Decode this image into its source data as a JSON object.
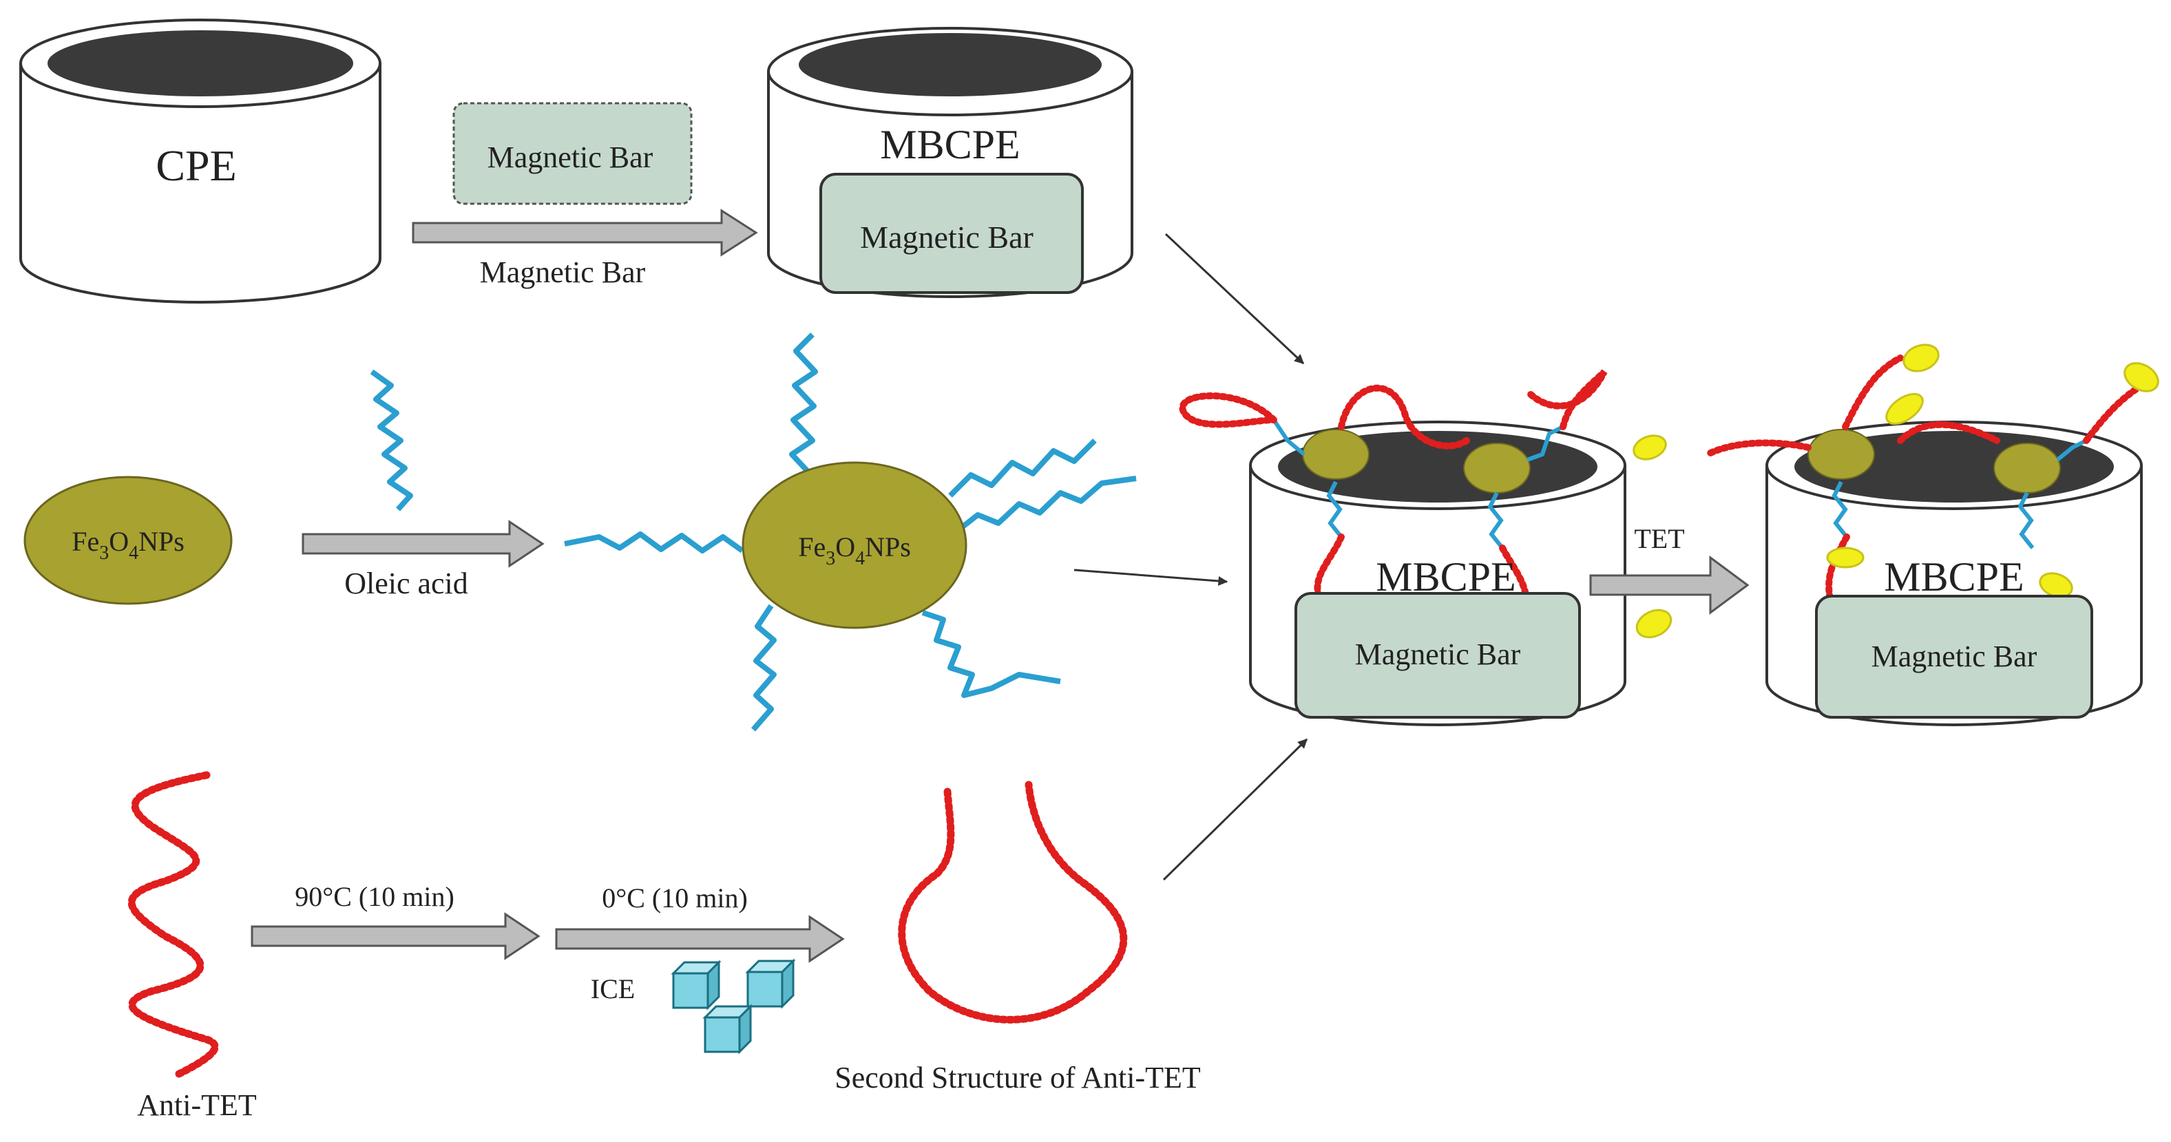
{
  "labels": {
    "cpe": "CPE",
    "mbcpe": "MBCPE",
    "magnetic_bar": "Magnetic Bar",
    "fe3o4_base": "Fe",
    "fe3o4_sub3": "3",
    "fe3o4_o": "O",
    "fe3o4_sub4": "4",
    "fe3o4_nps": "NPs",
    "oleic_acid": "Oleic acid",
    "tet": "TET",
    "heat_step": "90°C (10 min)",
    "cool_step": "0°C (10 min)",
    "ice": "ICE",
    "anti_tet": "Anti-TET",
    "second_structure": "Second Structure of Anti-TET"
  },
  "colors": {
    "electrode_fill": "#ffffff",
    "electrode_top": "#3a3a3a",
    "bar_fill": "#c5d8cc",
    "nanoparticle": "#a8a231",
    "oleic_acid_chain": "#2a9fd0",
    "aptamer": "#e01e1e",
    "tet_molecule": "#f2ee1a",
    "ice_cube": "#7fd3e3",
    "process_arrow": "#bdbdbd"
  }
}
